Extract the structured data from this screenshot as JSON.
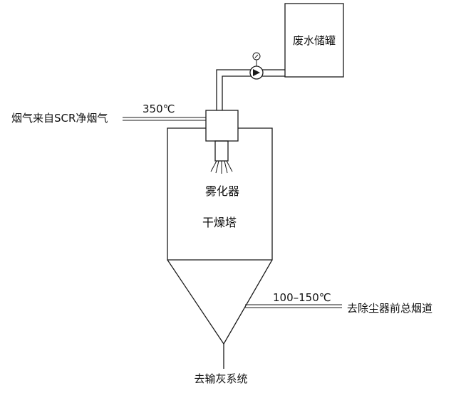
{
  "labels": {
    "tank": "废水储罐",
    "flue_in": "烟气来自SCR净烟气",
    "temp_in": "350℃",
    "atomizer": "雾化器",
    "tower": "干燥塔",
    "temp_out": "100–150℃",
    "flue_out": "去除尘器前总烟道",
    "ash_out": "去输灰系统"
  },
  "colors": {
    "line": "#1a1a1a",
    "background": "#ffffff"
  },
  "icons": {
    "pump": "pump-icon",
    "gauge": "gauge-icon",
    "spray": "spray-nozzle-icon"
  }
}
